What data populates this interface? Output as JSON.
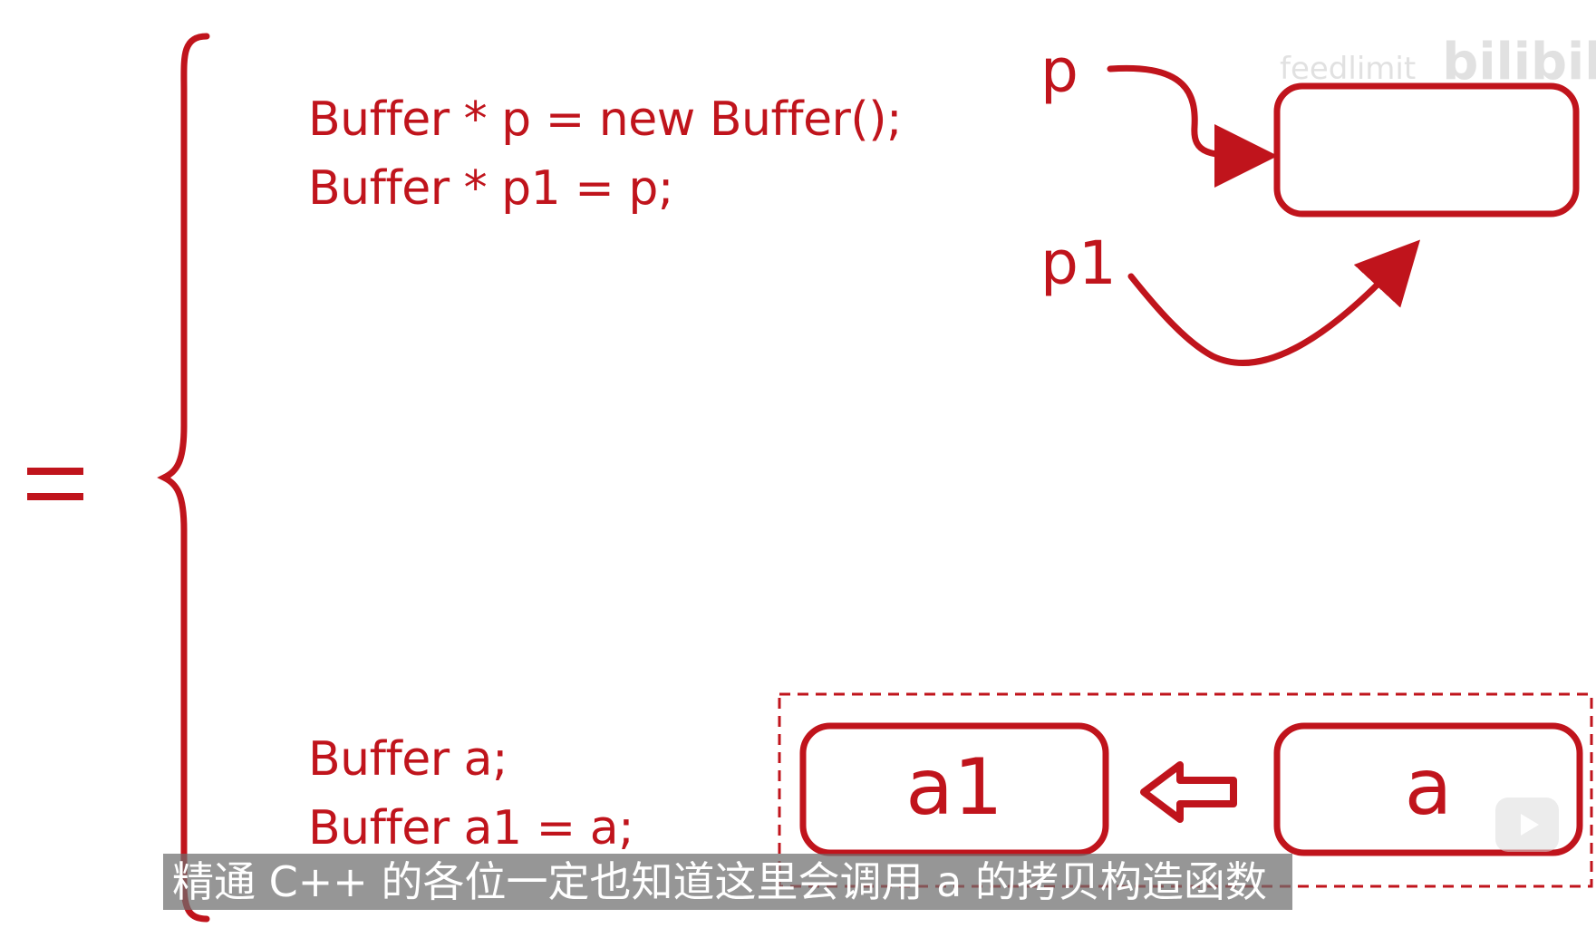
{
  "colors": {
    "accent": "#c0141c",
    "subtitle_bg": "#6e6e6e",
    "subtitle_text": "#ffffff"
  },
  "code": {
    "pointer_line_1": "Buffer * p = new Buffer();",
    "pointer_line_2": "Buffer * p1 = p;",
    "object_line_1": "Buffer a;",
    "object_line_2": "Buffer a1 = a;"
  },
  "pointer_diagram": {
    "label_p": "p",
    "label_p1": "p1"
  },
  "copy_diagram": {
    "left_box_label": "a1",
    "right_box_label": "a",
    "arrow_icon": "left-arrow-icon"
  },
  "subtitle": "精通 C++ 的各位一定也知道这里会调用 a 的拷贝构造函数",
  "watermark": {
    "username": "feedlimit",
    "logo": "bilibili"
  }
}
